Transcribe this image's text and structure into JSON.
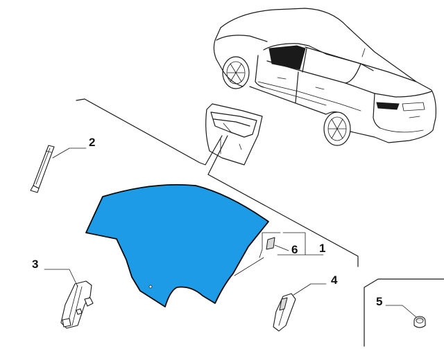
{
  "diagram": {
    "callouts": [
      {
        "id": "1",
        "label": "1"
      },
      {
        "id": "2",
        "label": "2"
      },
      {
        "id": "3",
        "label": "3"
      },
      {
        "id": "4",
        "label": "4"
      },
      {
        "id": "5",
        "label": "5"
      },
      {
        "id": "6",
        "label": "6"
      }
    ],
    "colors": {
      "glass_fill": "#1e9be6",
      "glass_outline": "#0a0a0a",
      "line": "#1a1a1a",
      "background": "#ffffff"
    },
    "icons": [
      "sedan-car-icon",
      "rear-door-icon",
      "door-glass-icon",
      "seal-strip-icon",
      "regulator-guide-icon",
      "channel-guide-icon",
      "grommet-plug-icon",
      "small-clip-icon"
    ]
  }
}
